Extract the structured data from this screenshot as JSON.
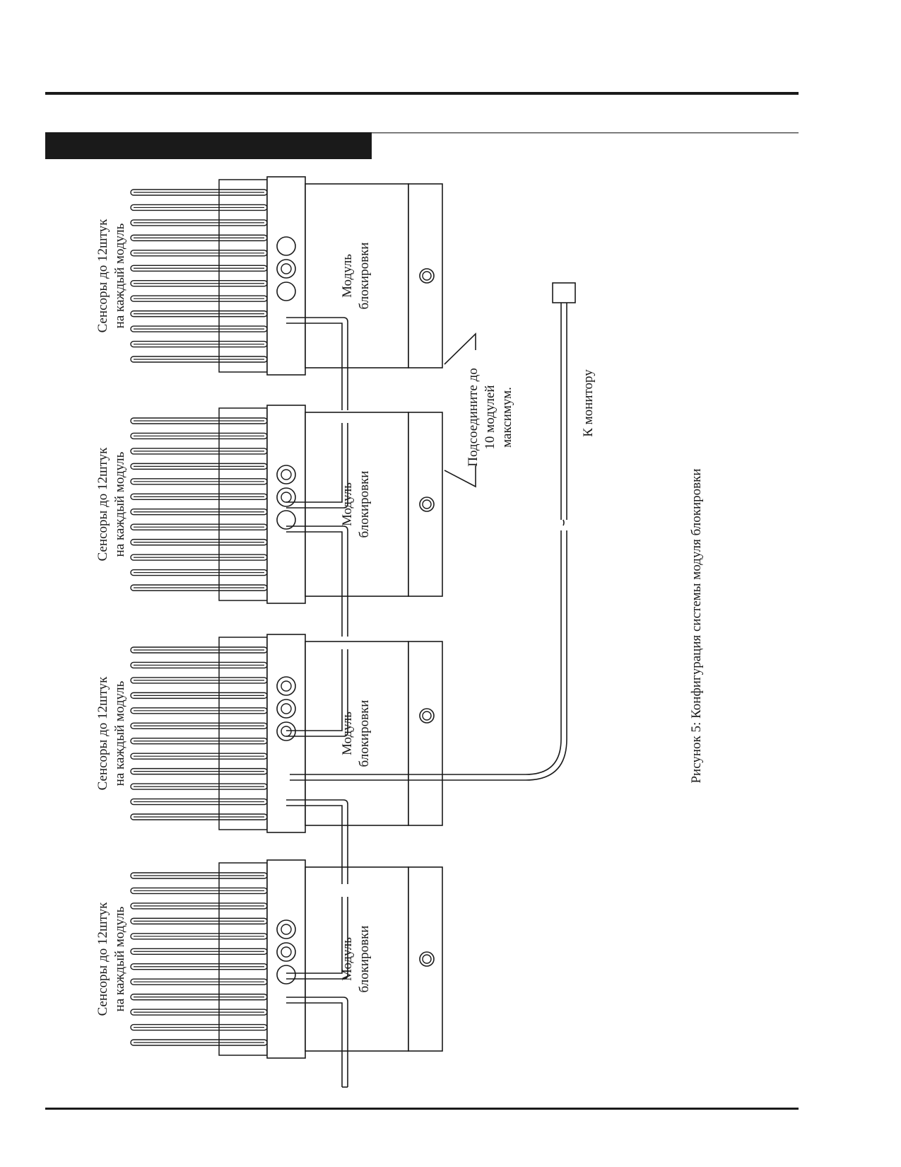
{
  "figure": {
    "caption": "Рисунок 5: Конфигурация системы модуля блокировки",
    "connect_note": [
      "Подсоедините до",
      "10 модулей",
      "максимум."
    ],
    "monitor_label": "К монитору"
  },
  "modules": [
    {
      "sensor_label": [
        "Сенсоры до 12штук",
        "на каждый модуль"
      ],
      "module_label": [
        "Модуль",
        "блокировки"
      ],
      "sensor_count": 12,
      "ports": [
        "empty",
        "cable",
        "empty"
      ]
    },
    {
      "sensor_label": [
        "Сенсоры до 12штук",
        "на каждый модуль"
      ],
      "module_label": [
        "Модуль",
        "блокировки"
      ],
      "sensor_count": 12,
      "ports": [
        "cable",
        "cable",
        "empty"
      ]
    },
    {
      "sensor_label": [
        "Сенсоры до 12штук",
        "на каждый модуль"
      ],
      "module_label": [
        "Модуль",
        "блокировки"
      ],
      "sensor_count": 12,
      "ports": [
        "cable",
        "monitor",
        "cable"
      ]
    },
    {
      "sensor_label": [
        "Сенсоры до 12штук",
        "на каждый модуль"
      ],
      "module_label": [
        "Модуль",
        "блокировки"
      ],
      "sensor_count": 12,
      "ports": [
        "cable",
        "cable",
        "empty"
      ]
    }
  ]
}
